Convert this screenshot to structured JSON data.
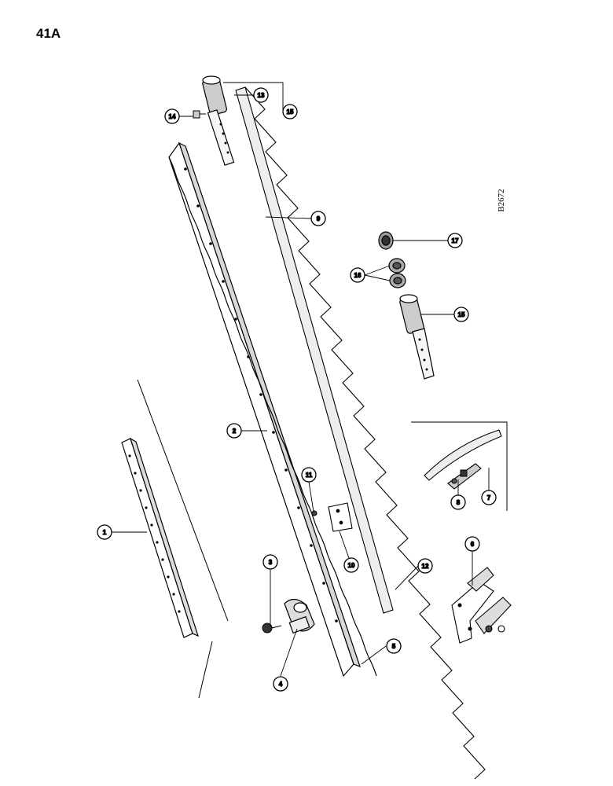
{
  "page": {
    "label": "41A",
    "drawing_code": "B2672"
  },
  "callouts": [
    {
      "id": "c1",
      "label": "1"
    },
    {
      "id": "c2",
      "label": "2"
    },
    {
      "id": "c3",
      "label": "3"
    },
    {
      "id": "c4",
      "label": "4"
    },
    {
      "id": "c5",
      "label": "5"
    },
    {
      "id": "c6",
      "label": "6"
    },
    {
      "id": "c7",
      "label": "7"
    },
    {
      "id": "c8",
      "label": "8"
    },
    {
      "id": "c9",
      "label": "9"
    },
    {
      "id": "c10",
      "label": "10"
    },
    {
      "id": "c11",
      "label": "11"
    },
    {
      "id": "c12",
      "label": "12"
    },
    {
      "id": "c13",
      "label": "13"
    },
    {
      "id": "c14",
      "label": "14"
    },
    {
      "id": "c15a",
      "label": "15"
    },
    {
      "id": "c15b",
      "label": "15"
    },
    {
      "id": "c16",
      "label": "16"
    },
    {
      "id": "c17",
      "label": "17"
    }
  ]
}
